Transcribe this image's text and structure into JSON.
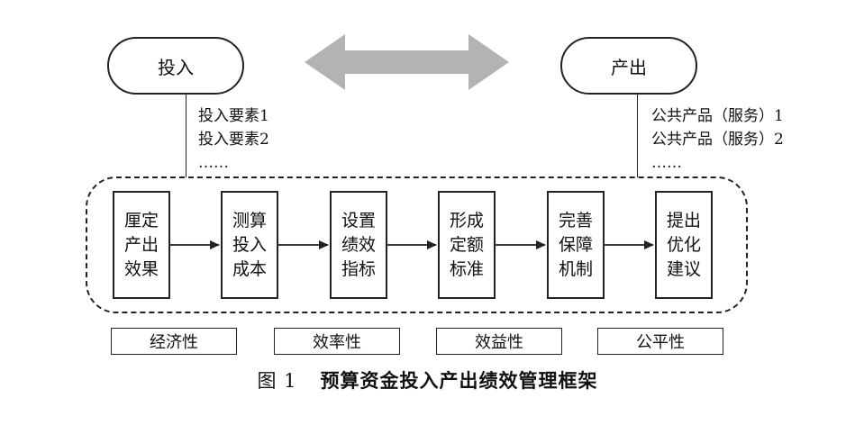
{
  "diagram": {
    "input_node": "投入",
    "output_node": "产出",
    "input_items": [
      "投入要素1",
      "投入要素2",
      "……"
    ],
    "output_items": [
      "公共产品（服务）1",
      "公共产品（服务）2",
      "……"
    ],
    "steps": [
      {
        "label": "厘定产出效果"
      },
      {
        "label": "测算投入成本"
      },
      {
        "label": "设置绩效指标"
      },
      {
        "label": "形成定额标准"
      },
      {
        "label": "完善保障机制"
      },
      {
        "label": "提出优化建议"
      }
    ],
    "dimensions": [
      "经济性",
      "效率性",
      "效益性",
      "公平性"
    ],
    "colors": {
      "line": "#222222",
      "double_arrow": "#b3b3b3"
    }
  },
  "caption": {
    "figure_number": "图 1",
    "title": "预算资金投入产出绩效管理框架"
  }
}
